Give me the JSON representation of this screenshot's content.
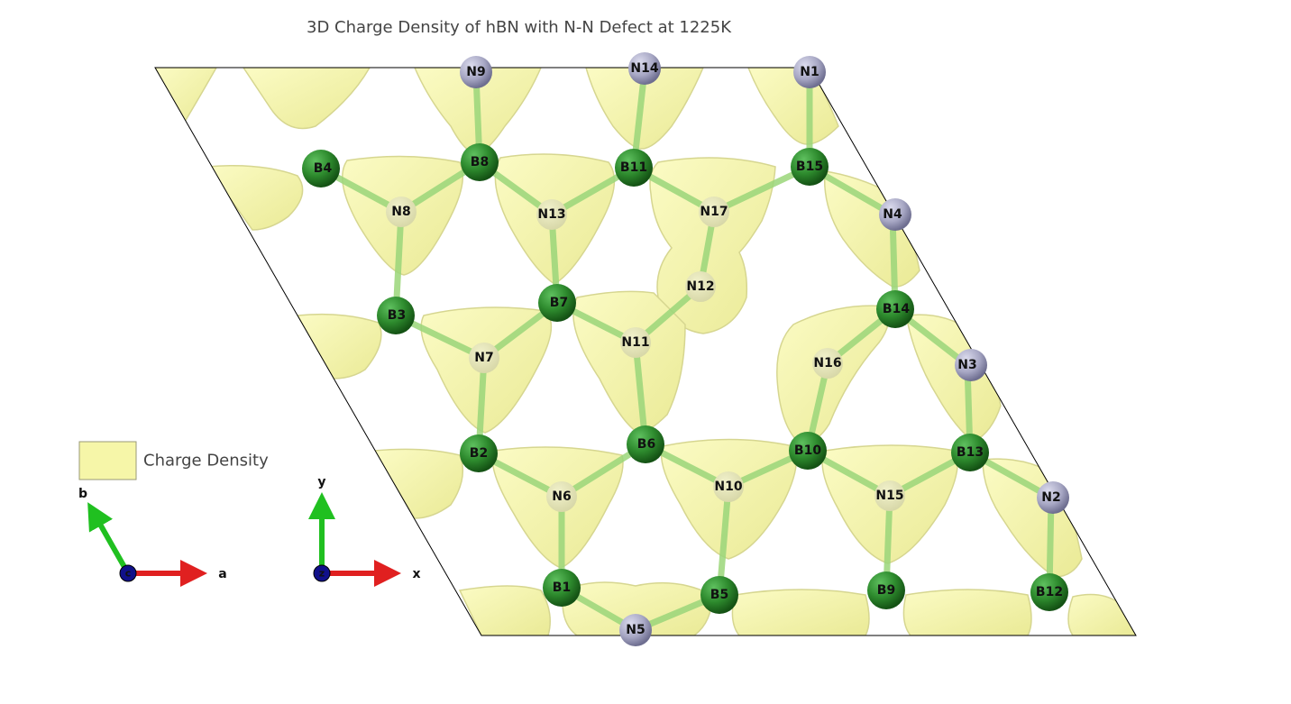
{
  "title": "3D Charge Density of hBN with N-N Defect at 1225K",
  "legend": {
    "label": "Charge Density",
    "swatch_color": "#f6f6a8"
  },
  "colors": {
    "boron": "#2e8b2e",
    "nitrogen": "#a7a7c4",
    "density": "#f6f6a8",
    "density_edge": "#d8d87a",
    "bond": "#8fd66a",
    "axis_a": "#e02020",
    "axis_b": "#20c020",
    "origin": "#10108a"
  },
  "atoms": {
    "B1": "B1",
    "B2": "B2",
    "B3": "B3",
    "B4": "B4",
    "B5": "B5",
    "B6": "B6",
    "B7": "B7",
    "B8": "B8",
    "B9": "B9",
    "B10": "B10",
    "B11": "B11",
    "B12": "B12",
    "B13": "B13",
    "B14": "B14",
    "B15": "B15",
    "N1": "N1",
    "N2": "N2",
    "N3": "N3",
    "N4": "N4",
    "N5": "N5",
    "N6": "N6",
    "N7": "N7",
    "N8": "N8",
    "N9": "N9",
    "N10": "N10",
    "N11": "N11",
    "N12": "N12",
    "N13": "N13",
    "N14": "N14",
    "N15": "N15",
    "N16": "N16",
    "N17": "N17"
  },
  "axes_left": {
    "horizontal": "a",
    "vertical": "b",
    "origin": "c"
  },
  "axes_right": {
    "horizontal": "x",
    "vertical": "y",
    "origin": "z"
  }
}
